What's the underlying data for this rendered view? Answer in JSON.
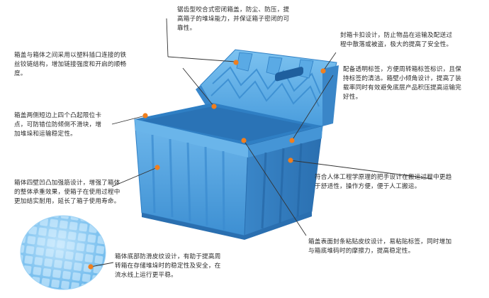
{
  "annotations": {
    "top_center": [
      "锯齿型咬合式密闭箱盖，防尘、防压，提",
      "高箱子的堆垛能力，并保证箱子密闭的可",
      "靠性。"
    ],
    "top_right": [
      "封箱卡扣设计，防止物品在运输及配送过",
      "程中散落或被盗，极大的提高了安全性。"
    ],
    "left_1": [
      "箱盖与箱体之间采用以塑料插口连接的铁",
      "丝铰链结构，增加链接强度和开启的顺畅",
      "度。"
    ],
    "right_2": [
      "配备透明标签，方便周转箱标签标识，且保",
      "持标签的清洁。箱壁小倾角设计，提高了装",
      "载率同时有效避免底层产品积压提高运输完",
      "好性。"
    ],
    "left_2": [
      "箱盖两侧短边上四个凸起限位卡",
      "点，可防错位防倾倒不滑块，增",
      "加堆垛和运输稳定性。"
    ],
    "left_3": [
      "箱体四壁凹凸加强筋设计，增强了箱体",
      "的整体承重效果，使箱子在使用过程中",
      "更加结实耐用，延长了箱子使用寿命。"
    ],
    "right_3": [
      "符合人体工程学原理的把手设计在搬运过程中更趋",
      "于舒适性，操作方便，便于人工搬运。"
    ],
    "bottom_right": [
      "箱盖表面封条粘贴皮纹设计，易粘贴标签，同时增加",
      "与箱底堆码时的摩擦力，提高稳定性。"
    ],
    "bottom_center": [
      "箱体底部防滑皮纹设计，有助于提高周",
      "转箱在存储堆垛时的稳定性及安全，在",
      "流水线上运行更平稳。"
    ]
  },
  "colors": {
    "box_blue": "#4da3e0",
    "box_dark": "#2f7fc4",
    "marker": "#f07f1e",
    "line": "#333333"
  },
  "icons": [
    "attached-lid-container-illustration",
    "anti-slip-texture-illustration"
  ]
}
